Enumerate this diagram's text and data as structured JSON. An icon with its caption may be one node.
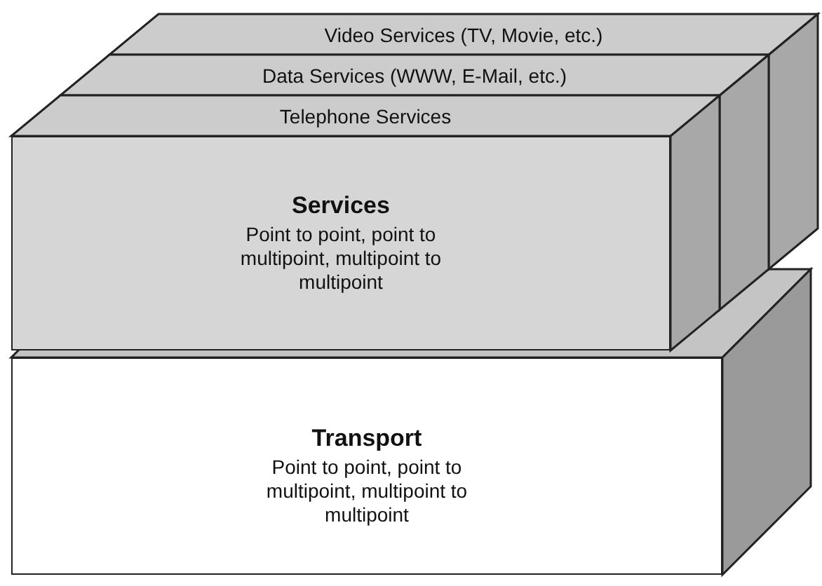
{
  "diagram": {
    "nodes": [
      {
        "text": [
          "Video Services (TV, Movie, etc.)"
        ]
      },
      {
        "text": [
          "Data Services (WWW, E-Mail, etc.)"
        ]
      },
      {
        "text": [
          "Telephone Services"
        ]
      },
      {
        "text": [
          "Services",
          "Point to point, point to multipoint, multipoint to multipoint"
        ]
      },
      {
        "text": [
          "Transport",
          "Point to point, point to multipoint, multipoint to multipoint"
        ]
      }
    ]
  }
}
